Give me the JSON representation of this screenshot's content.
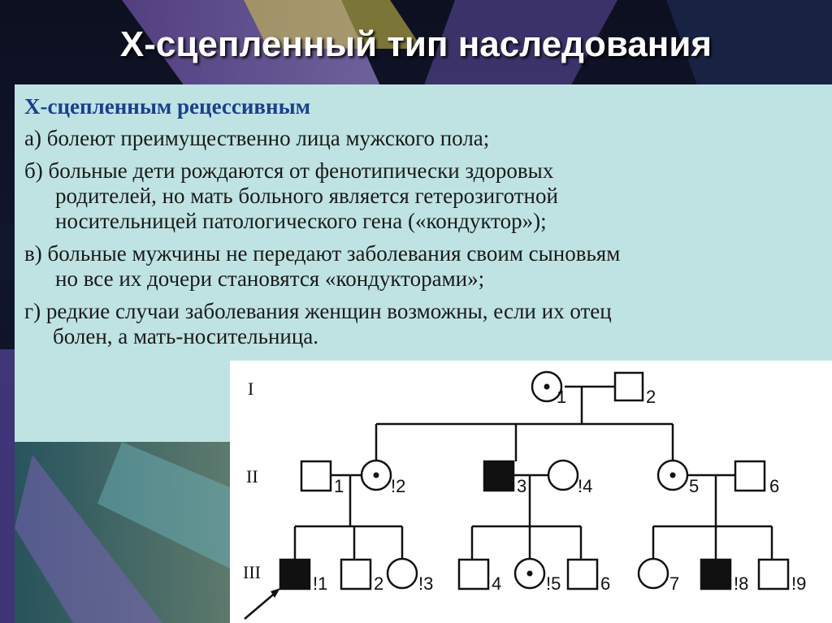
{
  "slide": {
    "title": "Х-сцепленный тип наследования",
    "heading": "Х-сцепленным рецессивным",
    "items": [
      {
        "lines": [
          "а) болеют преимущественно лица мужского пола;"
        ]
      },
      {
        "lines": [
          "б) больные дети рождаются от фенотипически здоровых",
          "родителей, но мать больного является гетерозиготной",
          "носительницей патологического гена («кондуктор»);"
        ]
      },
      {
        "lines": [
          "в) больные мужчины не передают заболевания своим сыновьям",
          "но все их дочери становятся «кондукторами»;"
        ]
      },
      {
        "lines": [
          "г) редкие случаи заболевания женщин возможны, если их отец",
          "болен, а мать-носительница."
        ]
      }
    ]
  },
  "pedigree": {
    "generations": [
      "I",
      "II",
      "III"
    ],
    "legend_meaning": {
      "square": "male",
      "circle": "female",
      "filled": "affected",
      "dot": "carrier"
    },
    "individuals": {
      "I": [
        {
          "label": "1",
          "sex": "female",
          "status": "carrier"
        },
        {
          "label": "2",
          "sex": "male",
          "status": "healthy"
        }
      ],
      "II": [
        {
          "label": "1",
          "sex": "male",
          "status": "healthy"
        },
        {
          "label": "!2",
          "sex": "female",
          "status": "carrier"
        },
        {
          "label": "3",
          "sex": "male",
          "status": "affected"
        },
        {
          "label": "!4",
          "sex": "female",
          "status": "healthy"
        },
        {
          "label": "5",
          "sex": "female",
          "status": "carrier"
        },
        {
          "label": "6",
          "sex": "male",
          "status": "healthy"
        }
      ],
      "III": [
        {
          "label": "!1",
          "sex": "male",
          "status": "affected",
          "proband": true
        },
        {
          "label": "2",
          "sex": "male",
          "status": "healthy"
        },
        {
          "label": "!3",
          "sex": "female",
          "status": "healthy"
        },
        {
          "label": "4",
          "sex": "male",
          "status": "healthy"
        },
        {
          "label": "!5",
          "sex": "female",
          "status": "carrier"
        },
        {
          "label": "6",
          "sex": "male",
          "status": "healthy"
        },
        {
          "label": "7",
          "sex": "female",
          "status": "healthy"
        },
        {
          "label": "!8",
          "sex": "male",
          "status": "affected"
        },
        {
          "label": "!9",
          "sex": "male",
          "status": "healthy"
        }
      ]
    }
  }
}
